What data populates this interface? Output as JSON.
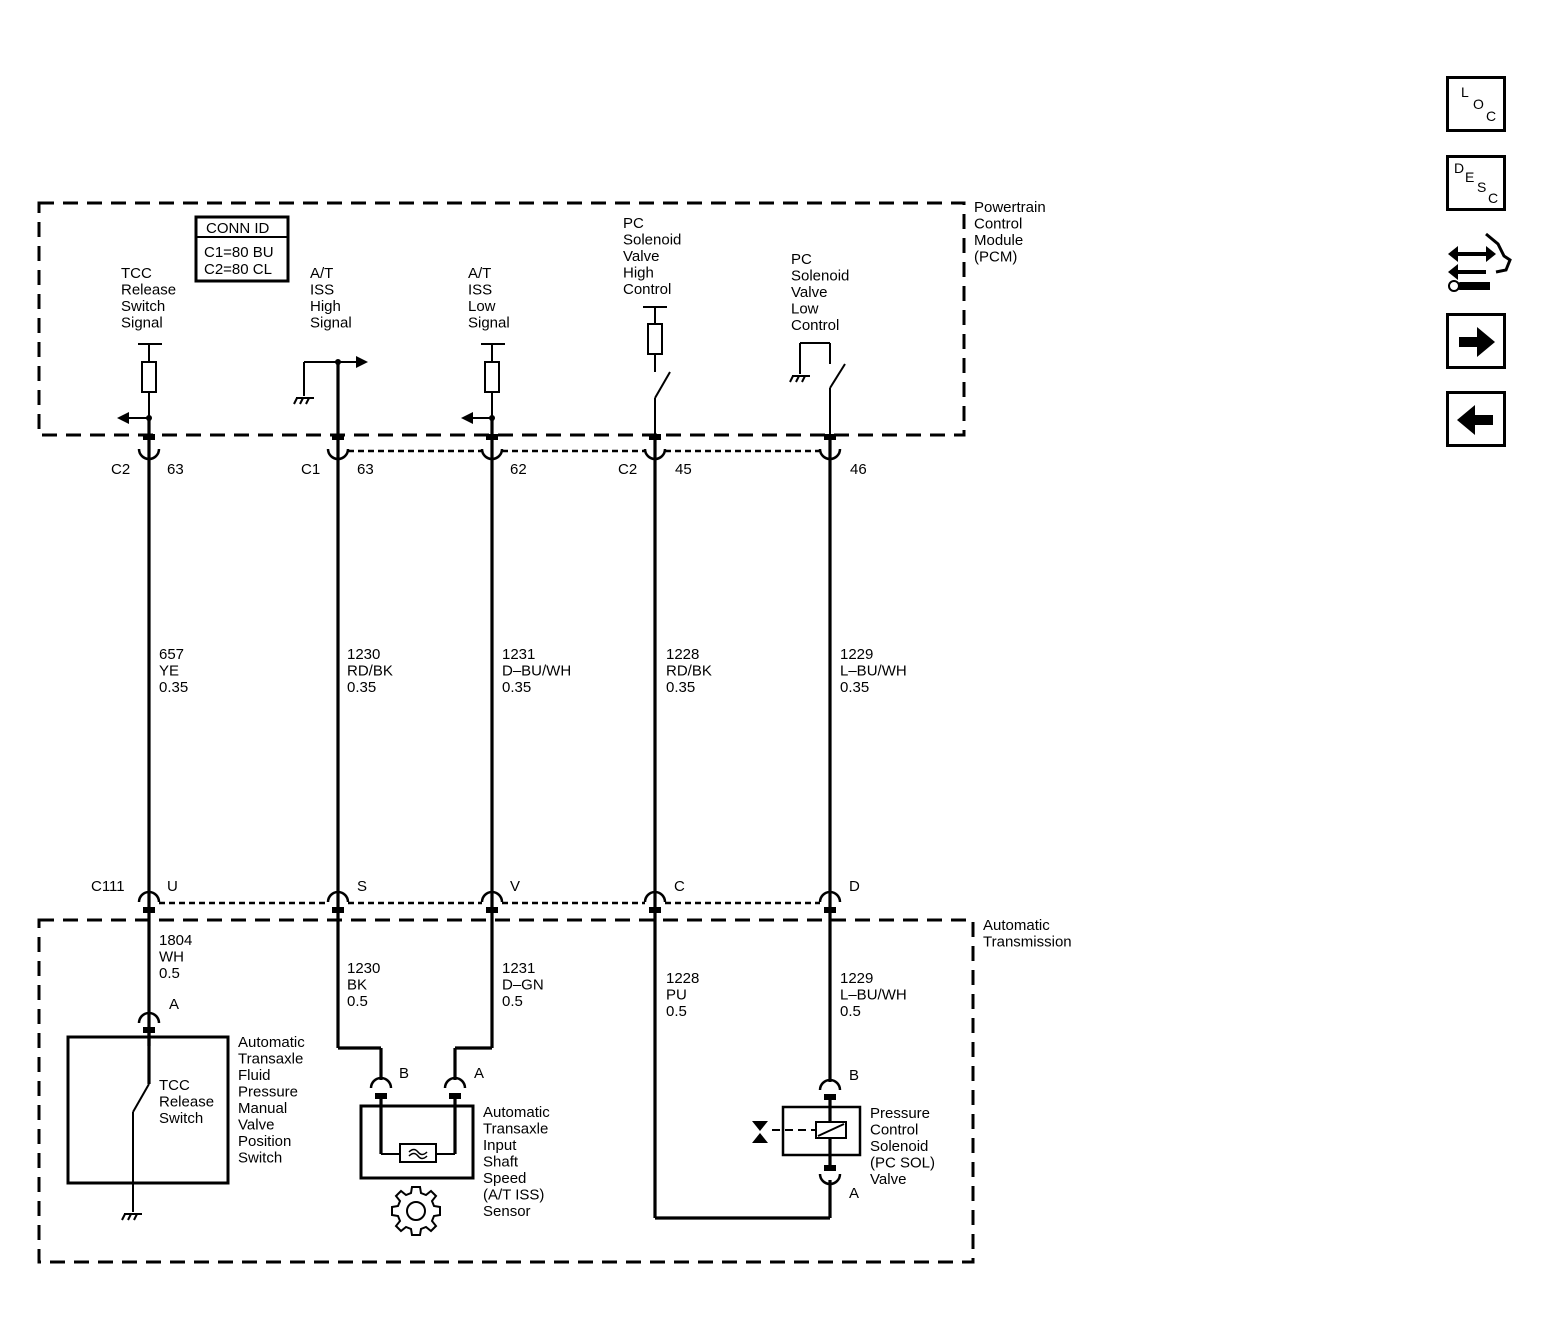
{
  "modules": {
    "pcm": [
      "Powertrain",
      "Control",
      "Module",
      "(PCM)"
    ],
    "transmission": [
      "Automatic",
      "Transmission"
    ]
  },
  "conn_id": {
    "title": "CONN ID",
    "rows": [
      "C1=80 BU",
      "C2=80 CL"
    ]
  },
  "pcm_circuits": [
    {
      "label": [
        "TCC",
        "Release",
        "Switch",
        "Signal"
      ],
      "connector": "C2",
      "pin": "63"
    },
    {
      "label": [
        "A/T",
        "ISS",
        "High",
        "Signal"
      ],
      "connector": "C1",
      "pin": "63"
    },
    {
      "label": [
        "A/T",
        "ISS",
        "Low",
        "Signal"
      ],
      "connector": "",
      "pin": "62"
    },
    {
      "label": [
        "PC",
        "Solenoid",
        "Valve",
        "High",
        "Control"
      ],
      "connector": "C2",
      "pin": "45"
    },
    {
      "label": [
        "PC",
        "Solenoid",
        "Valve",
        "Low",
        "Control"
      ],
      "connector": "",
      "pin": "46"
    }
  ],
  "upper_wires": [
    [
      "657",
      "YE",
      "0.35"
    ],
    [
      "1230",
      "RD/BK",
      "0.35"
    ],
    [
      "1231",
      "D–BU/WH",
      "0.35"
    ],
    [
      "1228",
      "RD/BK",
      "0.35"
    ],
    [
      "1229",
      "L–BU/WH",
      "0.35"
    ]
  ],
  "inline_connector": {
    "name": "C111",
    "pins": [
      "U",
      "S",
      "V",
      "C",
      "D"
    ]
  },
  "lower_wires": [
    [
      "1804",
      "WH",
      "0.5"
    ],
    [
      "1230",
      "BK",
      "0.5"
    ],
    [
      "1231",
      "D–GN",
      "0.5"
    ],
    [
      "1228",
      "PU",
      "0.5"
    ],
    [
      "1229",
      "L–BU/WH",
      "0.5"
    ]
  ],
  "components": {
    "tcc_switch": {
      "pin": "A",
      "inner": [
        "TCC",
        "Release",
        "Switch"
      ],
      "name": [
        "Automatic",
        "Transaxle",
        "Fluid",
        "Pressure",
        "Manual",
        "Valve",
        "Position",
        "Switch"
      ]
    },
    "iss_sensor": {
      "pin_b": "B",
      "pin_a": "A",
      "name": [
        "Automatic",
        "Transaxle",
        "Input",
        "Shaft",
        "Speed",
        "(A/T ISS)",
        "Sensor"
      ]
    },
    "pc_solenoid": {
      "pin_b": "B",
      "pin_a": "A",
      "name": [
        "Pressure",
        "Control",
        "Solenoid",
        "(PC SOL)",
        "Valve"
      ]
    }
  },
  "nav": {
    "loc": [
      "L",
      "O",
      "C"
    ],
    "desc": [
      "D",
      "E",
      "S",
      "C"
    ],
    "icons": [
      "connector-end-view-icon",
      "arrow-right-icon",
      "arrow-left-icon"
    ]
  }
}
